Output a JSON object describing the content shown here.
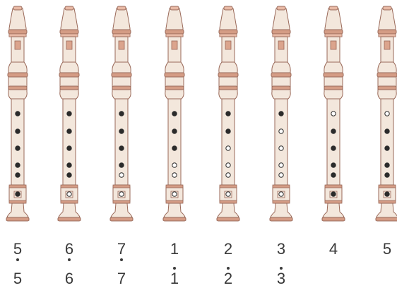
{
  "colors": {
    "body_fill": "#f3e7dc",
    "ring": "#d49c85",
    "ring_light": "#e8b9a5",
    "outline": "#9a6a5a",
    "hole_closed": "#2b2b2b",
    "hole_open": "#ffffff",
    "windway": "#dba48d",
    "text": "#3a3a3a"
  },
  "recorders": [
    {
      "label_top": "5",
      "label_bottom": "5",
      "top_dot": "below",
      "bottom_dot": "none",
      "holes": [
        "closed",
        "closed",
        "closed",
        "closed",
        "closed",
        "closed"
      ]
    },
    {
      "label_top": "6",
      "label_bottom": "6",
      "top_dot": "below",
      "bottom_dot": "none",
      "holes": [
        "closed",
        "closed",
        "closed",
        "closed",
        "closed",
        "open"
      ]
    },
    {
      "label_top": "7",
      "label_bottom": "7",
      "top_dot": "below",
      "bottom_dot": "none",
      "holes": [
        "closed",
        "closed",
        "closed",
        "closed",
        "open",
        "open"
      ]
    },
    {
      "label_top": "1",
      "label_bottom": "1",
      "top_dot": "none",
      "bottom_dot": "above",
      "holes": [
        "closed",
        "closed",
        "closed",
        "open",
        "open",
        "open"
      ]
    },
    {
      "label_top": "2",
      "label_bottom": "2",
      "top_dot": "none",
      "bottom_dot": "above",
      "holes": [
        "closed",
        "closed",
        "open",
        "open",
        "open",
        "open"
      ]
    },
    {
      "label_top": "3",
      "label_bottom": "3",
      "top_dot": "none",
      "bottom_dot": "above",
      "holes": [
        "closed",
        "open",
        "open",
        "open",
        "open",
        "open"
      ]
    },
    {
      "label_top": "4",
      "label_bottom": "",
      "top_dot": "none",
      "bottom_dot": "none",
      "holes": [
        "open",
        "closed",
        "closed",
        "closed",
        "closed",
        "closed"
      ]
    },
    {
      "label_top": "5",
      "label_bottom": "",
      "top_dot": "none",
      "bottom_dot": "none",
      "holes": [
        "open",
        "closed",
        "closed",
        "closed",
        "closed",
        "closed"
      ]
    }
  ]
}
